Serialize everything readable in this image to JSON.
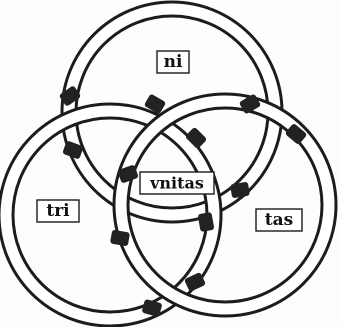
{
  "labels": {
    "top": "ni",
    "left": "tri",
    "right": "tas",
    "center": "vnitas"
  },
  "colors": {
    "ink": "#1c1c1c",
    "paper": "#fdfdfc"
  }
}
